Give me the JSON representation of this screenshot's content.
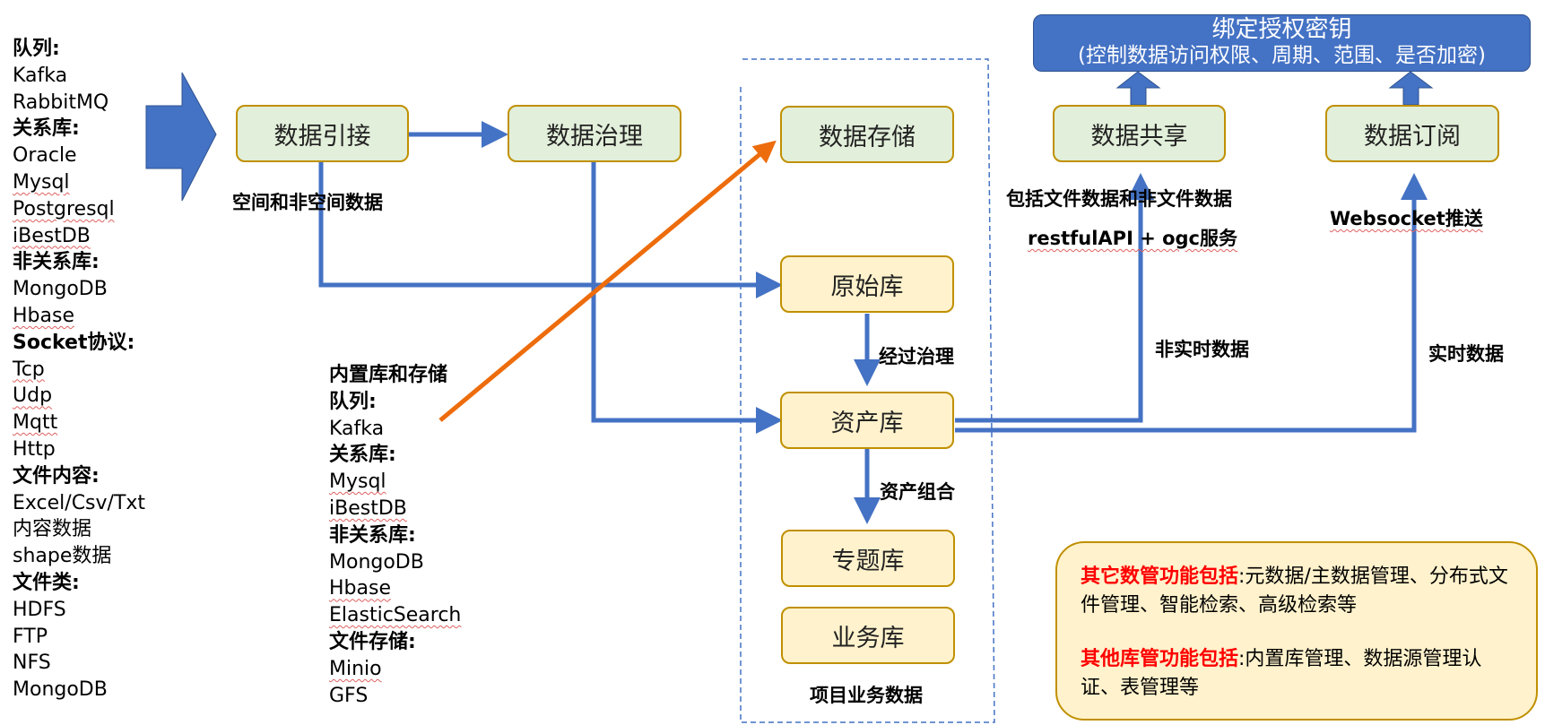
{
  "colors": {
    "blue_arrow": "#4472c4",
    "orange_arrow": "#ed6c0c",
    "node_green_fill": "#e2efda",
    "node_yellow_fill": "#fff2cc",
    "node_border": "#c09000",
    "dashed_border": "#4472c4",
    "highlight_red": "#ff0000"
  },
  "source_list": [
    {
      "text": "队列:",
      "header": true
    },
    {
      "text": "Kafka"
    },
    {
      "text": "RabbitMQ"
    },
    {
      "text": "关系库:",
      "header": true
    },
    {
      "text": "Oracle"
    },
    {
      "text": "Mysql",
      "spell": true
    },
    {
      "text": "Postgresql",
      "spell": true
    },
    {
      "text": "iBestDB",
      "spell": true
    },
    {
      "text": "非关系库:",
      "header": true
    },
    {
      "text": "MongoDB"
    },
    {
      "text": "Hbase",
      "spell": true
    },
    {
      "text": "Socket协议:",
      "header": true
    },
    {
      "text": "Tcp",
      "spell": true
    },
    {
      "text": "Udp",
      "spell": true
    },
    {
      "text": "Mqtt",
      "spell": true
    },
    {
      "text": "Http"
    },
    {
      "text": "文件内容:",
      "header": true
    },
    {
      "text": "Excel/Csv/Txt"
    },
    {
      "text": "内容数据"
    },
    {
      "text": "shape数据"
    },
    {
      "text": "文件类:",
      "header": true
    },
    {
      "text": "HDFS"
    },
    {
      "text": "FTP"
    },
    {
      "text": "NFS"
    },
    {
      "text": "MongoDB"
    }
  ],
  "builtin_list": [
    {
      "text": "内置库和存储",
      "header": true
    },
    {
      "text": "队列:",
      "header": true
    },
    {
      "text": "Kafka"
    },
    {
      "text": "关系库:",
      "header": true
    },
    {
      "text": "Mysql",
      "spell": true
    },
    {
      "text": "iBestDB",
      "spell": true
    },
    {
      "text": "非关系库:",
      "header": true
    },
    {
      "text": "MongoDB"
    },
    {
      "text": "Hbase",
      "spell": true
    },
    {
      "text": "ElasticSearch",
      "spell": true
    },
    {
      "text": "文件存储:",
      "header": true
    },
    {
      "text": "Minio",
      "spell": true
    },
    {
      "text": "GFS"
    }
  ],
  "nodes": {
    "ingest": "数据引接",
    "governance": "数据治理",
    "storage": "数据存储",
    "share": "数据共享",
    "subscribe": "数据订阅",
    "raw_db": "原始库",
    "asset_db": "资产库",
    "topic_db": "专题库",
    "business_db": "业务库"
  },
  "labels": {
    "spatial": "空间和非空间数据",
    "after_governance": "经过治理",
    "asset_combination": "资产组合",
    "project_business_data": "项目业务数据",
    "share_includes": "包括文件数据和非文件数据",
    "restful": "restfulAPI + ogc服务",
    "websocket": "Websocket推送",
    "non_realtime": "非实时数据",
    "realtime": "实时数据"
  },
  "auth_box": {
    "title": "绑定授权密钥",
    "subtitle": "(控制数据访问权限、周期、范围、是否加密)"
  },
  "notes": [
    {
      "highlight": "其它数管功能包括",
      "rest": ":元数据/主数据管理、分布式文件管理、智能检索、高级检索等"
    },
    {
      "highlight": "其他库管功能包括",
      "rest": ":内置库管理、数据源管理认证、表管理等"
    }
  ]
}
